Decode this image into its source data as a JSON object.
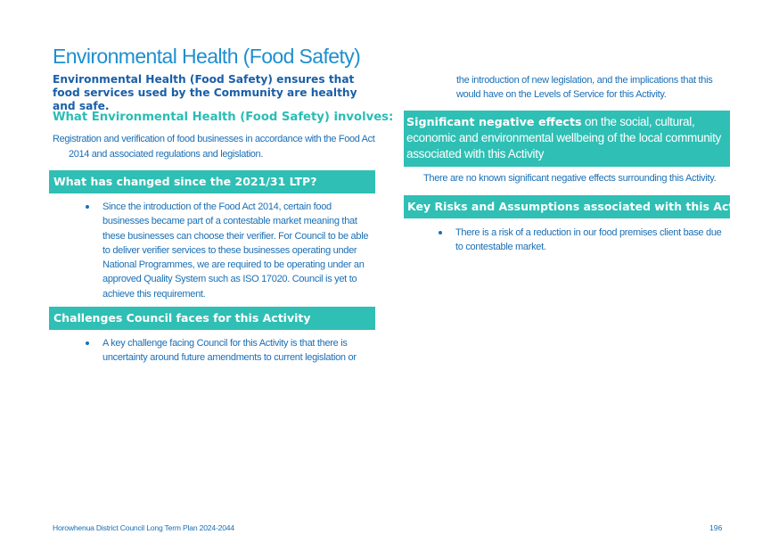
{
  "title": "Environmental Health (Food Safety)",
  "intro": "Environmental Health (Food Safety) ensures that food services used by the Community are healthy and safe.",
  "involves": {
    "heading": "What Environmental Health (Food Safety) involves:",
    "line1": "Registration and verification of food businesses in accordance with the Food Act",
    "line2": "2014 and associated regulations and legislation."
  },
  "changed": {
    "heading": "What has changed since the 2021/31 LTP?",
    "bullets": [
      "Since the introduction of the Food Act 2014, certain food businesses became part of a contestable market meaning that these businesses can choose their verifier. For Council to be able to deliver verifier services to these businesses operating under National Programmes, we are required to be operating under an approved Quality System such as ISO 17020. Council is yet to achieve this requirement."
    ]
  },
  "challenges": {
    "heading": "Challenges Council faces for this Activity",
    "bullets": [
      "A key challenge facing Council for this Activity is that there is uncertainty around future amendments to current legislation or"
    ],
    "continuation": "the introduction of new legislation, and the implications that this would have on the Levels of Service for this Activity."
  },
  "negative_effects": {
    "heading_bold": "Significant negative effects",
    "heading_rest": " on the social, cultural, economic and environmental wellbeing of the local community associated with this Activity",
    "text": "There are no known significant negative effects surrounding this Activity."
  },
  "risks": {
    "heading": "Key Risks and Assumptions associated with this Activity",
    "bullets": [
      "There is a risk of a reduction in our food premises client base due to contestable market."
    ]
  },
  "footer": {
    "document": "Horowhenua District Council Long Term Plan 2024-2044",
    "page": "196"
  },
  "colors": {
    "heading_band": "#2fbfb4",
    "body_text": "#1a6fb5",
    "title": "#1e8fd0"
  }
}
